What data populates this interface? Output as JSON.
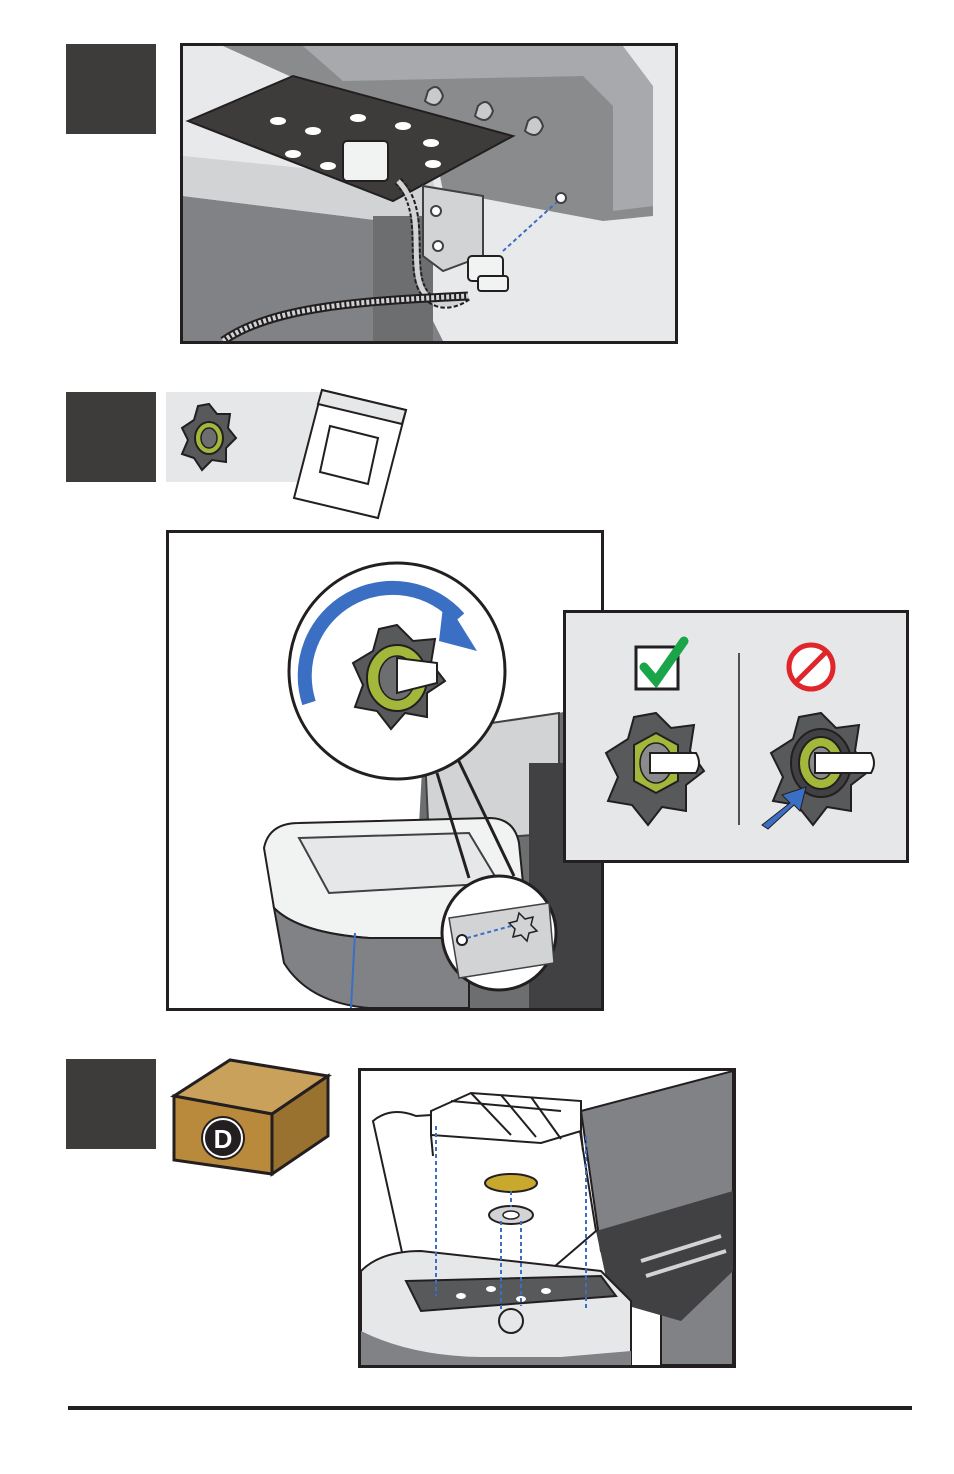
{
  "page": {
    "background": "#ffffff"
  },
  "colors": {
    "step_marker": "#3d3c3a",
    "border": "#231f20",
    "arrow_blue": "#3a6fc4",
    "check_green": "#1aa54a",
    "prohibit_red": "#e0262b",
    "washer_green": "#a3b83a",
    "carton_brown": "#b98a3c",
    "grill_gray": "#6d6e70",
    "dark_gray": "#414042",
    "light_gray": "#e6e7e8"
  },
  "steps": [
    {
      "id": "step-a",
      "icons": [
        "hose-routing-illustration",
        "bracket-icon",
        "dotted-guide-icon"
      ]
    },
    {
      "id": "step-b",
      "icons": [
        "star-knob-icon",
        "hardware-bag-icon",
        "rotate-arrow-icon",
        "check-icon",
        "prohibited-icon",
        "pointer-arrow-icon"
      ]
    },
    {
      "id": "step-c",
      "icons": [
        "carton-icon",
        "burner-grate-illustration"
      ]
    }
  ],
  "carton": {
    "letter": "D"
  }
}
